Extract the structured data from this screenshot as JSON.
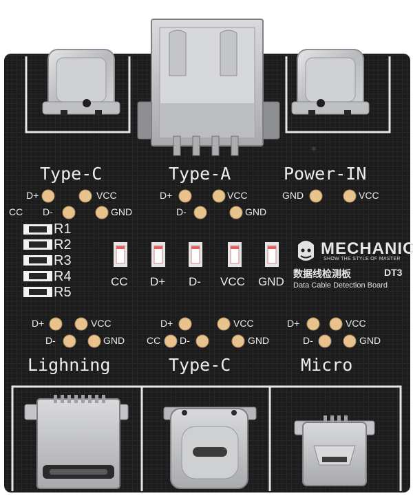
{
  "board": {
    "brand": "MECHANIC",
    "slogan": "SHOW THE STYLE OF MASTER",
    "chinese_title": "数据线检测板",
    "model": "DT3",
    "subtitle": "Data Cable Detection Board"
  },
  "top_sections": {
    "type_c": {
      "title": "Type-C",
      "pins": [
        "D+",
        "VCC",
        "CC",
        "D-",
        "GND"
      ]
    },
    "type_a": {
      "title": "Type-A",
      "pins": [
        "D+",
        "VCC",
        "D-",
        "GND"
      ]
    },
    "power_in": {
      "title": "Power-IN",
      "pins": [
        "GND",
        "VCC"
      ]
    }
  },
  "resistors": [
    "R1",
    "R2",
    "R3",
    "R4",
    "R5"
  ],
  "leds": [
    "CC",
    "D+",
    "D-",
    "VCC",
    "GND"
  ],
  "bottom_sections": {
    "lightning": {
      "title": "Lighning",
      "pins": [
        "D+",
        "VCC",
        "D-",
        "GND"
      ]
    },
    "type_c": {
      "title": "Type-C",
      "pins": [
        "D+",
        "VCC",
        "CC",
        "D-",
        "GND"
      ]
    },
    "micro": {
      "title": "Micro",
      "pins": [
        "D+",
        "VCC",
        "D-",
        "GND"
      ]
    }
  },
  "colors": {
    "pcb": "#1c1c1c",
    "silkscreen": "#ececec",
    "pad_gold": "#e8c38e",
    "metal": "#c9cacc"
  }
}
